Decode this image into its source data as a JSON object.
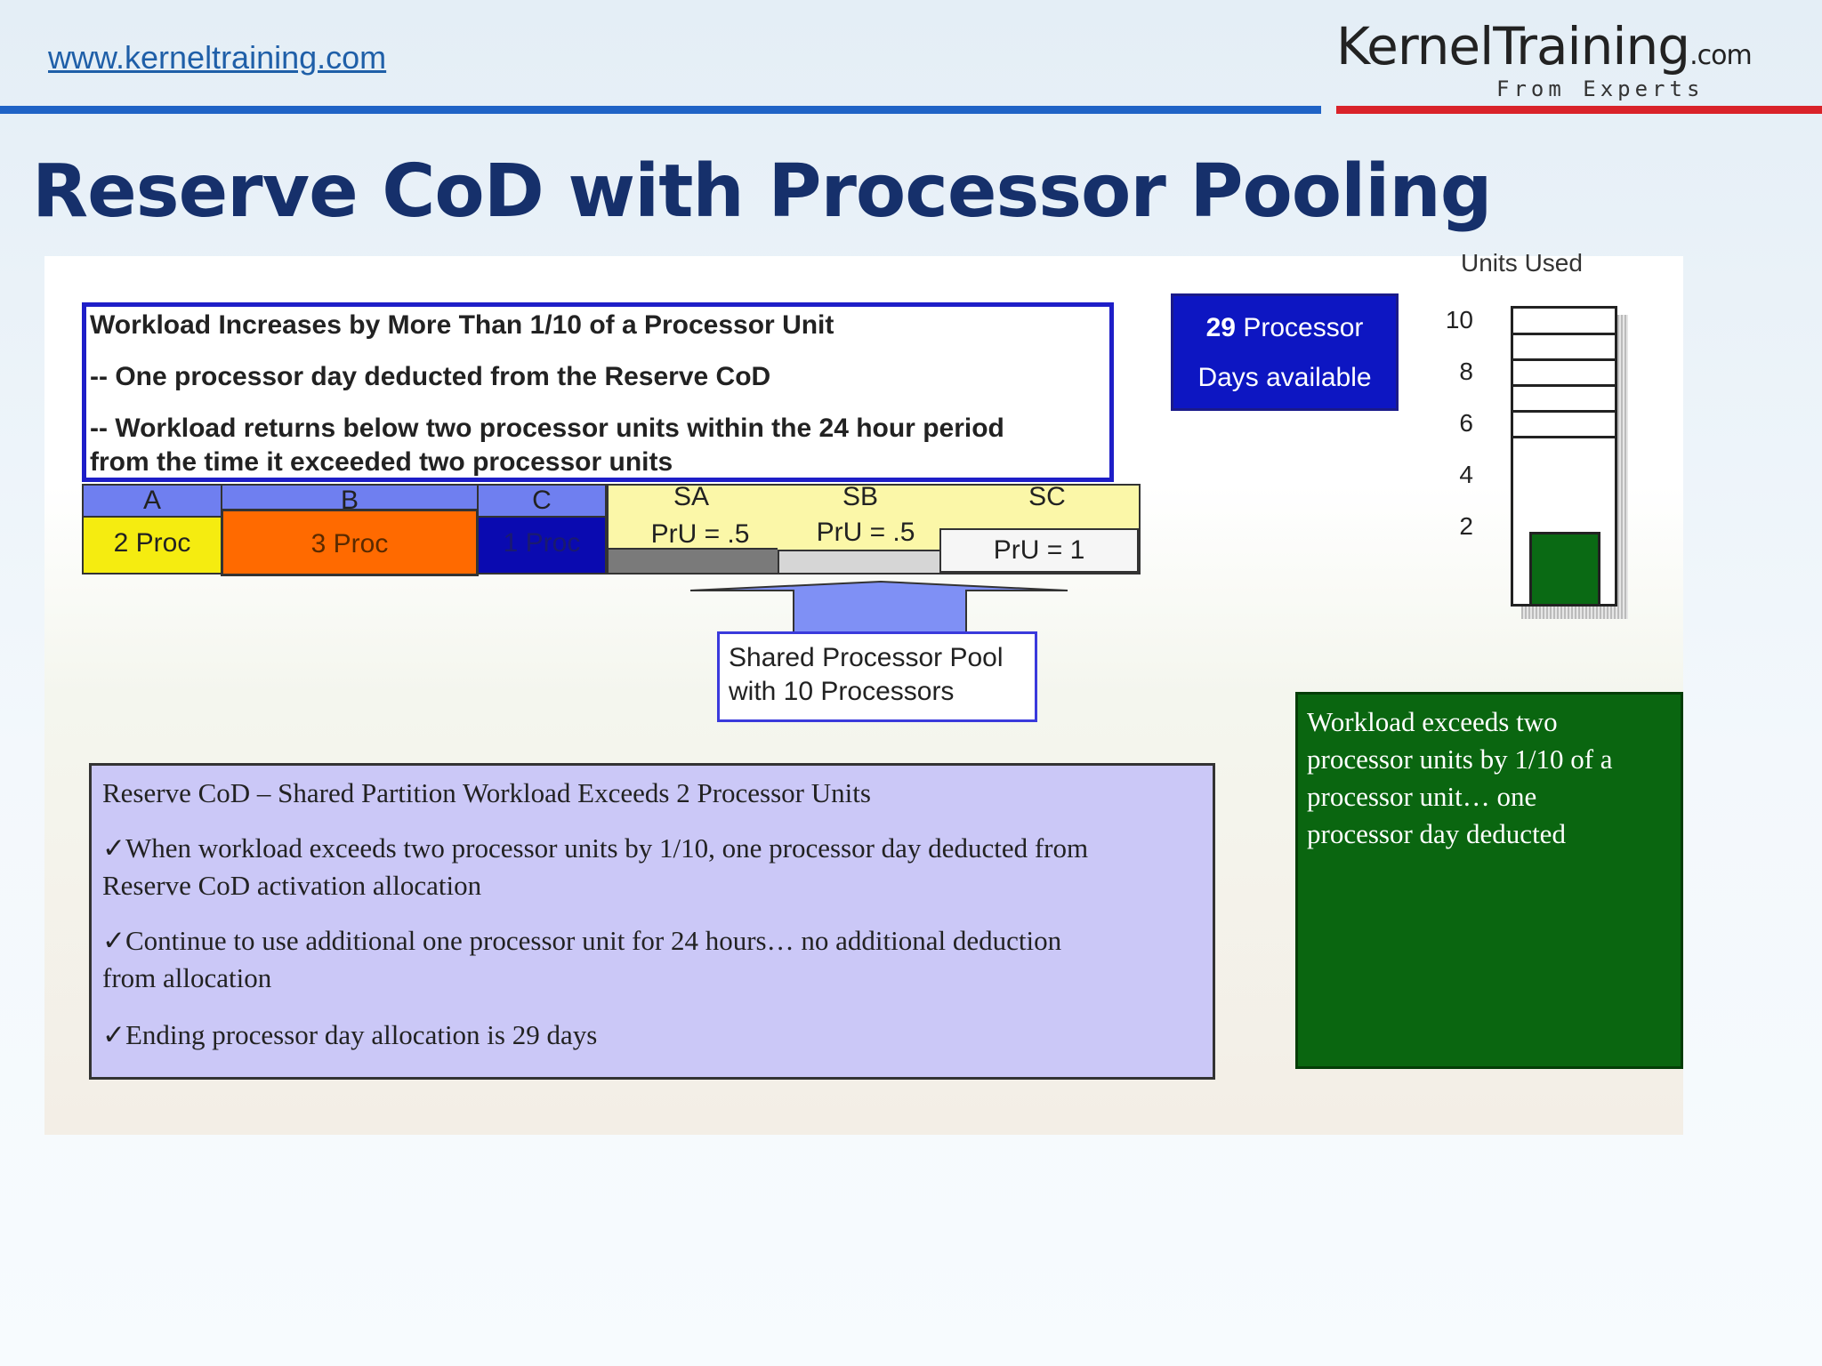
{
  "header": {
    "site_link": "www.kerneltraining.com",
    "brand_name": "KernelTraining",
    "brand_suffix": ".com",
    "brand_tagline": "From Experts"
  },
  "slide": {
    "title": "Reserve CoD with Processor Pooling"
  },
  "figure": {
    "workload_box": {
      "lines": [
        "Workload Increases by More Than 1/10 of a Processor Unit",
        "-- One processor day deducted from the Reserve CoD",
        "-- Workload returns below two processor units within the 24 hour period",
        "from the time it exceeded two processor units"
      ]
    },
    "partitions": {
      "dedicated": [
        {
          "name": "A",
          "proc": "2 Proc",
          "color": "#f5ec10"
        },
        {
          "name": "B",
          "proc": "3 Proc",
          "color": "#ff6a00"
        },
        {
          "name": "C",
          "proc": "1 Proc",
          "color": "#0a0ab0"
        }
      ],
      "shared": [
        {
          "name": "SA",
          "pru": "PrU = .5",
          "color": "#7a7a7a"
        },
        {
          "name": "SB",
          "pru": "PrU = .5",
          "color": "#d6d6d6"
        },
        {
          "name": "SC",
          "pru": "PrU = 1",
          "color": "#f6f6f6"
        }
      ],
      "header_color": "#6f7ff0",
      "shared_header_color": "#fbf7a8"
    },
    "pool_box": {
      "line1": "Shared Processor Pool",
      "line2": "with 10 Processors"
    },
    "days_box": {
      "number": "29",
      "line1_rest": " Processor",
      "line2": "Days available"
    },
    "units_gauge": {
      "label": "Units Used",
      "ticks": [
        "10",
        "8",
        "6",
        "4",
        "2"
      ],
      "max": 12,
      "used": 2.6,
      "fill_color": "#0a6a14"
    },
    "summary_box": {
      "heading": "Reserve CoD – Shared Partition Workload Exceeds 2 Processor Units",
      "bullets": [
        [
          "✓When workload exceeds two processor units by 1/10, one processor day deducted from",
          "Reserve CoD activation allocation"
        ],
        [
          "✓Continue to use additional one processor unit for 24 hours… no additional deduction",
          "from allocation"
        ],
        [
          "✓Ending processor day allocation is 29 days"
        ]
      ]
    },
    "green_box": {
      "lines": [
        "Workload exceeds two",
        "processor units by 1/10 of a",
        "processor unit… one",
        "processor day deducted"
      ]
    }
  }
}
